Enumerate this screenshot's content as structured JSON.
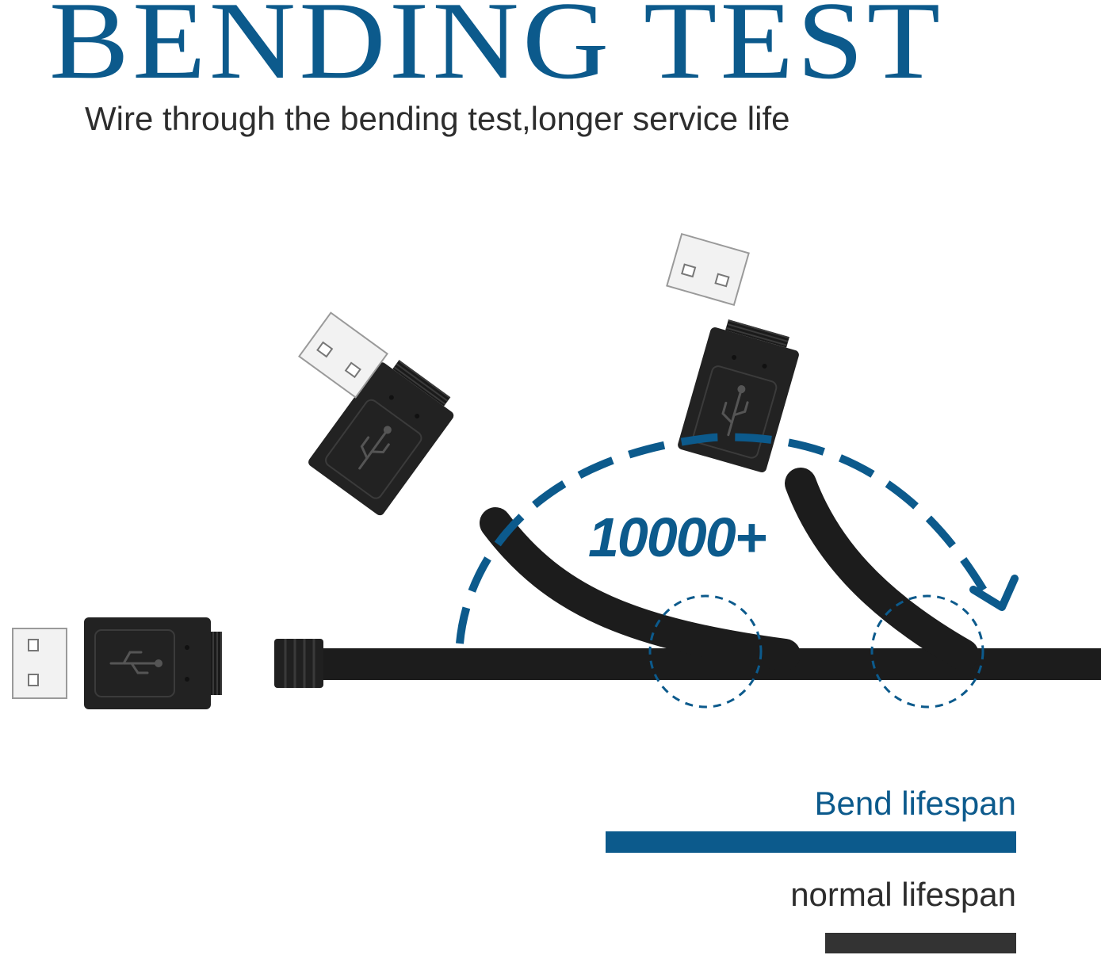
{
  "heading": {
    "title": "BENDING TEST",
    "subtitle": "Wire through the bending test,longer service life"
  },
  "illustration": {
    "bend_count": "10000+",
    "icons": [
      "usb-connector-icon",
      "usb-trident-symbol-icon",
      "curved-arrow-icon",
      "dashed-circle-icon"
    ]
  },
  "legend": {
    "bend_label": "Bend lifespan",
    "normal_label": "normal lifespan",
    "bend_value": 1.0,
    "normal_value": 0.465
  },
  "colors": {
    "accent": "#0c5a8c",
    "text": "#2d2d2d",
    "cable": "#1c1c1c",
    "normal_bar": "#333333"
  }
}
